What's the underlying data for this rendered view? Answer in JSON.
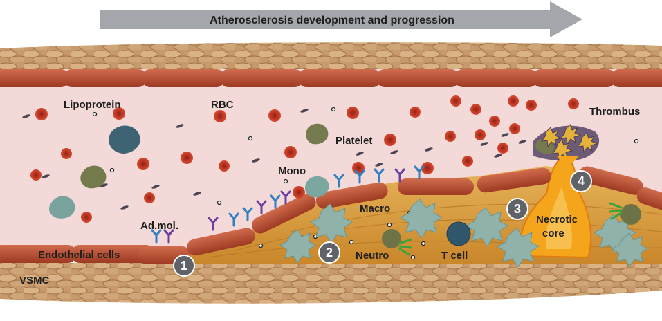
{
  "title": "Atherosclerosis development and progression",
  "labels": {
    "lipoprotein": "Lipoprotein",
    "rbc": "RBC",
    "platelet": "Platelet",
    "mono": "Mono",
    "ad_mol": "Ad.mol.",
    "endothelial": "Endothelial cells",
    "vsmc": "VSMC",
    "macro": "Macro",
    "neutro": "Neutro",
    "t_cell": "T cell",
    "necrotic_1": "Necrotic",
    "necrotic_2": "core",
    "thrombus": "Thrombus"
  },
  "stages": [
    "1",
    "2",
    "3",
    "4"
  ],
  "colors": {
    "lumen": "#f3d8d8",
    "endothelium": "#b4472d",
    "rbc": "#c73a2a",
    "vessel_wall": "#c79a6a",
    "plaque": "#d79a2c",
    "necrotic": "#f2a21a",
    "stage_badge": "#5f6267",
    "arrow": "#9ea1a6"
  }
}
